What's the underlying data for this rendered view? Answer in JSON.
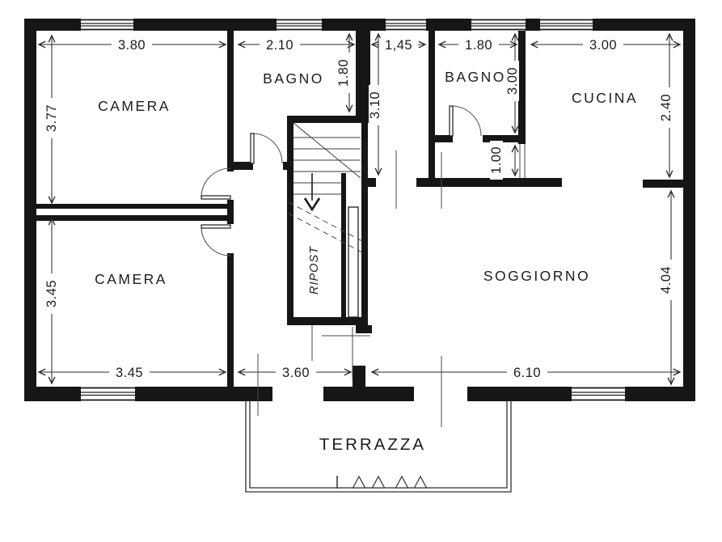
{
  "plan_type": "apartment-floor-plan",
  "colors": {
    "wall": "#161616",
    "line": "#2b2b2b",
    "background": "#ffffff",
    "text": "#1c1c1c"
  },
  "rooms": {
    "camera1": {
      "label": "CAMERA"
    },
    "bagno1": {
      "label": "BAGNO"
    },
    "bagno2": {
      "label": "BAGNO"
    },
    "cucina": {
      "label": "CUCINA"
    },
    "camera2": {
      "label": "CAMERA"
    },
    "soggiorno": {
      "label": "SOGGIORNO"
    },
    "ripostiglio": {
      "label": "RIPOST"
    },
    "terrazza": {
      "label": "TERRAZZA"
    }
  },
  "dimensions": {
    "top": {
      "camera1": "3.80",
      "bagno1": "2.10",
      "corridor": "1,45",
      "bagno2": "1.80",
      "cucina": "3.00"
    },
    "left": {
      "camera1": "3.77",
      "camera2": "3.45"
    },
    "bottom": {
      "camera2": "3.45",
      "hall": "3.60",
      "soggiorno": "6.10"
    },
    "interior": {
      "bagno1_depth": "1.80",
      "corridor_depth": "3.10",
      "bagno2_depth": "3.00",
      "niche_depth": "1.00",
      "cucina_depth": "2.40",
      "soggiorno_depth": "4.04"
    }
  }
}
